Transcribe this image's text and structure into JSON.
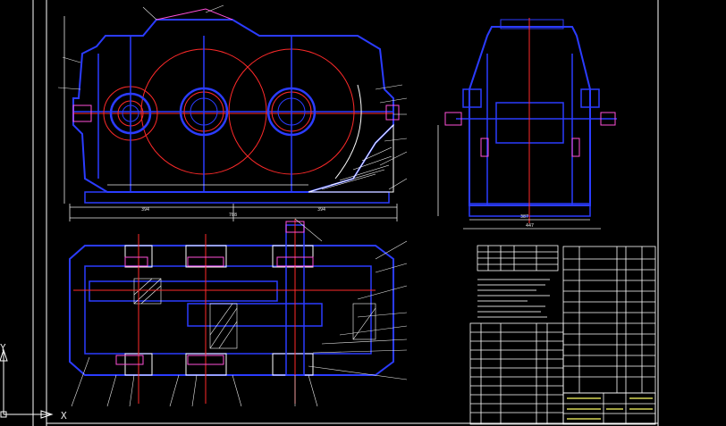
{
  "ucs": {
    "x_label": "X",
    "y_label": "Y"
  },
  "front_view": {
    "dims": {
      "total_length": "788",
      "left_half": "394",
      "right_half": "394"
    }
  },
  "side_view": {
    "dims": {
      "width": "387",
      "base": "447"
    }
  },
  "colors": {
    "frame": "#ffffff",
    "outline_blue": "#2b3cff",
    "gear_red": "#ff2a2a",
    "dim_white": "#e8e8e8",
    "leader": "#e8e8e8",
    "hatch": "#ffffff",
    "section_magenta": "#ff4fd8"
  }
}
